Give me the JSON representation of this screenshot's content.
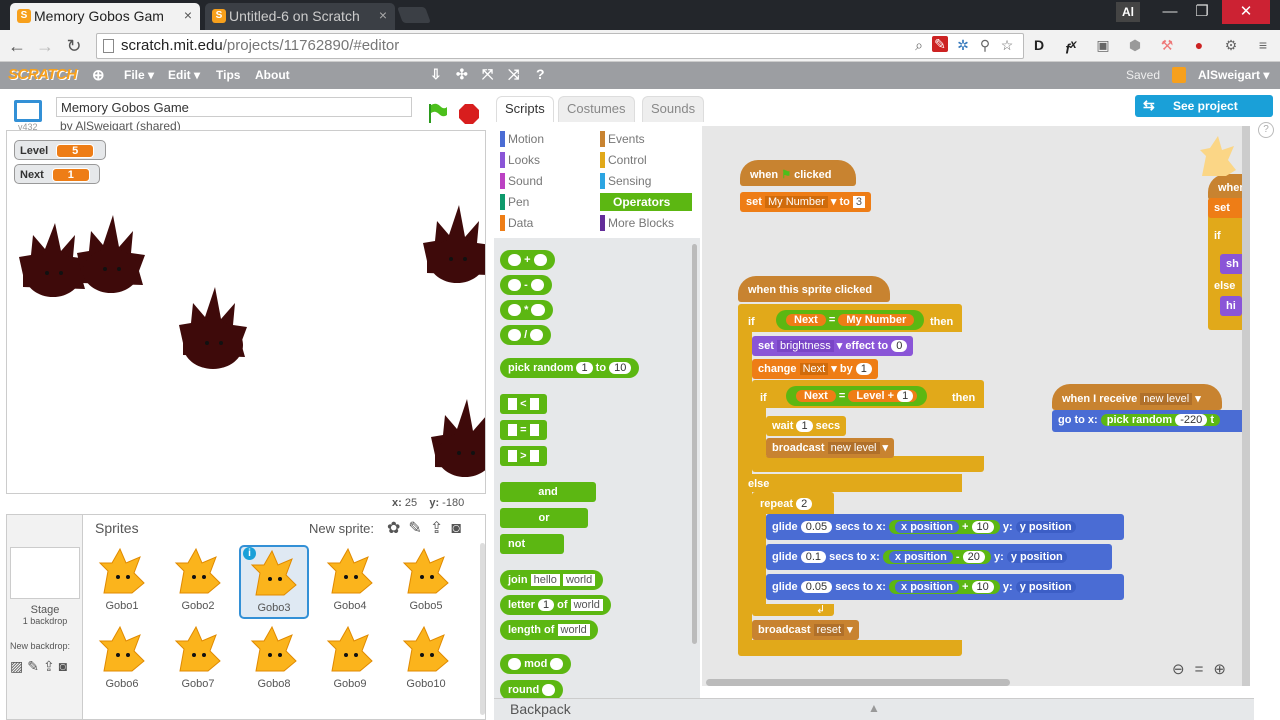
{
  "browser": {
    "tabs": [
      {
        "title": "Memory Gobos Gam",
        "close": "×"
      },
      {
        "title": "Untitled-6 on Scratch",
        "close": "×"
      }
    ],
    "url_domain": "scratch.mit.edu",
    "url_path": "/projects/11762890/#editor",
    "window_user": "Al"
  },
  "menubar": {
    "logo": "SCRATCH",
    "file": "File ▾",
    "edit": "Edit ▾",
    "tips": "Tips",
    "about": "About",
    "saved": "Saved",
    "user": "AlSweigart ▾"
  },
  "project": {
    "title": "Memory Gobos Game",
    "author": "by AlSweigart (shared)",
    "version": "v432"
  },
  "stage": {
    "monitors": [
      {
        "label": "Level",
        "value": "5"
      },
      {
        "label": "Next",
        "value": "1"
      }
    ],
    "coords": {
      "x_label": "x:",
      "x": "25",
      "y_label": "y:",
      "y": "-180"
    }
  },
  "sprites": {
    "header": "Sprites",
    "new_sprite": "New sprite:",
    "stage_label": "Stage",
    "stage_sub": "1 backdrop",
    "new_backdrop": "New backdrop:",
    "items": [
      "Gobo1",
      "Gobo2",
      "Gobo3",
      "Gobo4",
      "Gobo5",
      "Gobo6",
      "Gobo7",
      "Gobo8",
      "Gobo9",
      "Gobo10"
    ],
    "selected": "Gobo3"
  },
  "editor_tabs": {
    "scripts": "Scripts",
    "costumes": "Costumes",
    "sounds": "Sounds",
    "share": "See project page"
  },
  "categories": {
    "motion": "Motion",
    "looks": "Looks",
    "sound": "Sound",
    "pen": "Pen",
    "data": "Data",
    "events": "Events",
    "control": "Control",
    "sensing": "Sensing",
    "operators": "Operators",
    "more": "More Blocks",
    "selected": "Operators"
  },
  "palette": {
    "plus": "+",
    "minus": "-",
    "times": "*",
    "divide": "/",
    "pick_random": "pick random",
    "pr_from": "1",
    "to": "to",
    "pr_to": "10",
    "lt": "<",
    "eq": "=",
    "gt": ">",
    "and": "and",
    "or": "or",
    "not": "not",
    "join": "join",
    "join_a": "hello",
    "join_b": "world",
    "letter": "letter",
    "letter_n": "1",
    "of": "of",
    "letter_w": "world",
    "length": "length of",
    "length_w": "world",
    "mod": "mod",
    "round": "round"
  },
  "scripts": {
    "s1": {
      "when": "when",
      "clicked": "clicked",
      "set": "set",
      "var": "My Number",
      "to": "to",
      "val": "3"
    },
    "s2": {
      "hat": "when this sprite clicked",
      "if": "if",
      "next": "Next",
      "eq": "=",
      "mynum": "My Number",
      "then": "then",
      "set": "set",
      "effect": "brightness",
      "effect_label": "effect to",
      "effect_val": "0",
      "change": "change",
      "change_var": "Next",
      "by": "by",
      "by_val": "1",
      "level": "Level",
      "plus": "+",
      "one": "1",
      "wait": "wait",
      "wait_val": "1",
      "secs": "secs",
      "broadcast": "broadcast",
      "msg": "new level",
      "else": "else",
      "repeat": "repeat",
      "repeat_val": "2",
      "glide": "glide",
      "g1": "0.05",
      "g2": "0.1",
      "g3": "0.05",
      "secs_to_x": "secs to x:",
      "xpos": "x position",
      "ypos": "y position",
      "y": "y:",
      "p1": "+",
      "v1": "10",
      "p2": "-",
      "v2": "20",
      "p3": "+",
      "v3": "10",
      "reset": "reset"
    },
    "s3": {
      "hat": "when I receive",
      "msg": "new level",
      "goto": "go to x:",
      "pick": "pick random",
      "val": "-220",
      "t": "t"
    },
    "s4": {
      "when": "when",
      "set": "set",
      "if": "if",
      "sh": "sh",
      "else": "else",
      "hi": "hi"
    }
  },
  "backpack": "Backpack",
  "colors": {
    "motion": "#4a6cd4",
    "looks": "#8a55d7",
    "sound": "#bb42c3",
    "pen": "#0e9a6c",
    "data": "#ee7d16",
    "events": "#c88330",
    "control": "#e1a91a",
    "sensing": "#2ca5e2",
    "operators": "#5cb712",
    "more": "#632d99"
  }
}
